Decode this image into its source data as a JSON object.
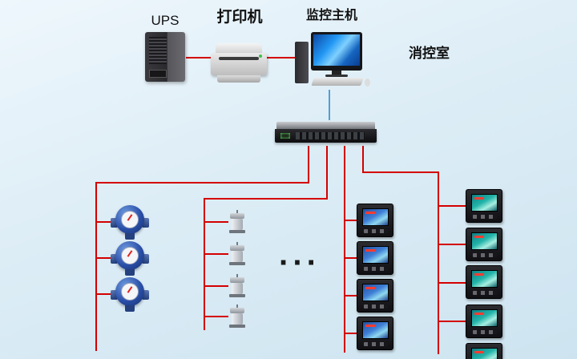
{
  "labels": {
    "ups": "UPS",
    "printer": "打印机",
    "monitor_host": "监控主机",
    "control_room": "消控室",
    "ellipsis": "···"
  },
  "colors": {
    "connection_red": "#d40000",
    "connection_blue": "#4f9fd8",
    "background_top": "#eef7fc",
    "background_bottom": "#cde4f0"
  },
  "device_counts": {
    "water_meters": 3,
    "small_sensors": 4,
    "panel_meters_left_column": 4,
    "panel_meters_right_column": 5
  }
}
